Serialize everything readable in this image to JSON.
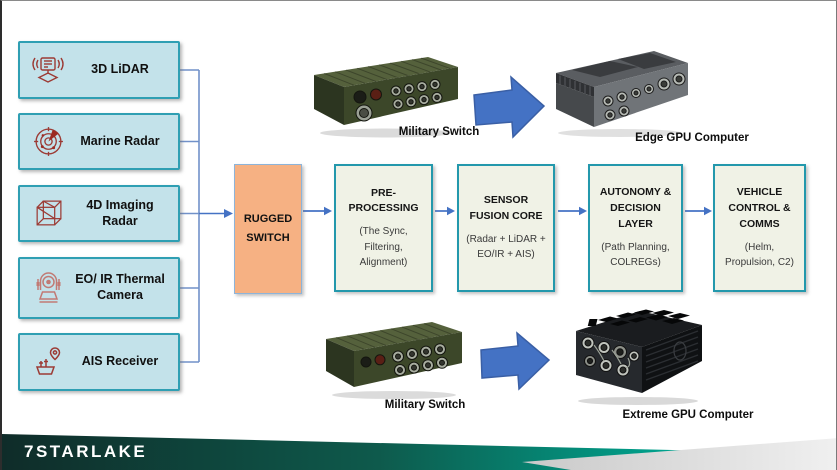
{
  "sensors": {
    "items": [
      {
        "label": "3D LiDAR",
        "icon": "lidar-icon"
      },
      {
        "label": "Marine Radar",
        "icon": "marine-radar-icon"
      },
      {
        "label": "4D Imaging Radar",
        "icon": "imaging-radar-cube-icon"
      },
      {
        "label": "EO/ IR Thermal Camera",
        "icon": "thermal-camera-icon"
      },
      {
        "label": "AIS Receiver",
        "icon": "ais-ship-pin-icon"
      }
    ],
    "box_fill": "#c3e2ea",
    "box_border": "#2f9fb3",
    "icon_color": "#9c3a34"
  },
  "switch_box": {
    "label": "RUGGED SWITCH",
    "fill": "#f6b183",
    "border": "#8db4d9"
  },
  "pipeline": {
    "stages": [
      {
        "title": "PRE-PROCESSING",
        "subtitle": "(The Sync, Filtering, Alignment)"
      },
      {
        "title": "SENSOR FUSION CORE",
        "subtitle": "(Radar + LiDAR + EO/IR + AIS)"
      },
      {
        "title": "AUTONOMY & DECISION LAYER",
        "subtitle": "(Path Planning, COLREGs)"
      },
      {
        "title": "VEHICLE CONTROL & COMMS",
        "subtitle": "(Helm, Propulsion, C2)"
      }
    ],
    "box_fill": "#f0f2e6",
    "box_border": "#2398ac"
  },
  "hardware": {
    "top": {
      "switch_label": "Military Switch",
      "gpu_label": "Edge GPU Computer"
    },
    "bottom": {
      "switch_label": "Military Switch",
      "gpu_label": "Extreme GPU Computer"
    }
  },
  "footer": {
    "logo": "7STARLAKE",
    "band_colors": [
      "#0f2c29",
      "#0e5a4c",
      "#00a38e"
    ]
  },
  "colors": {
    "arrow_blue": "#4472c4",
    "connector_blue": "#7191c9"
  }
}
